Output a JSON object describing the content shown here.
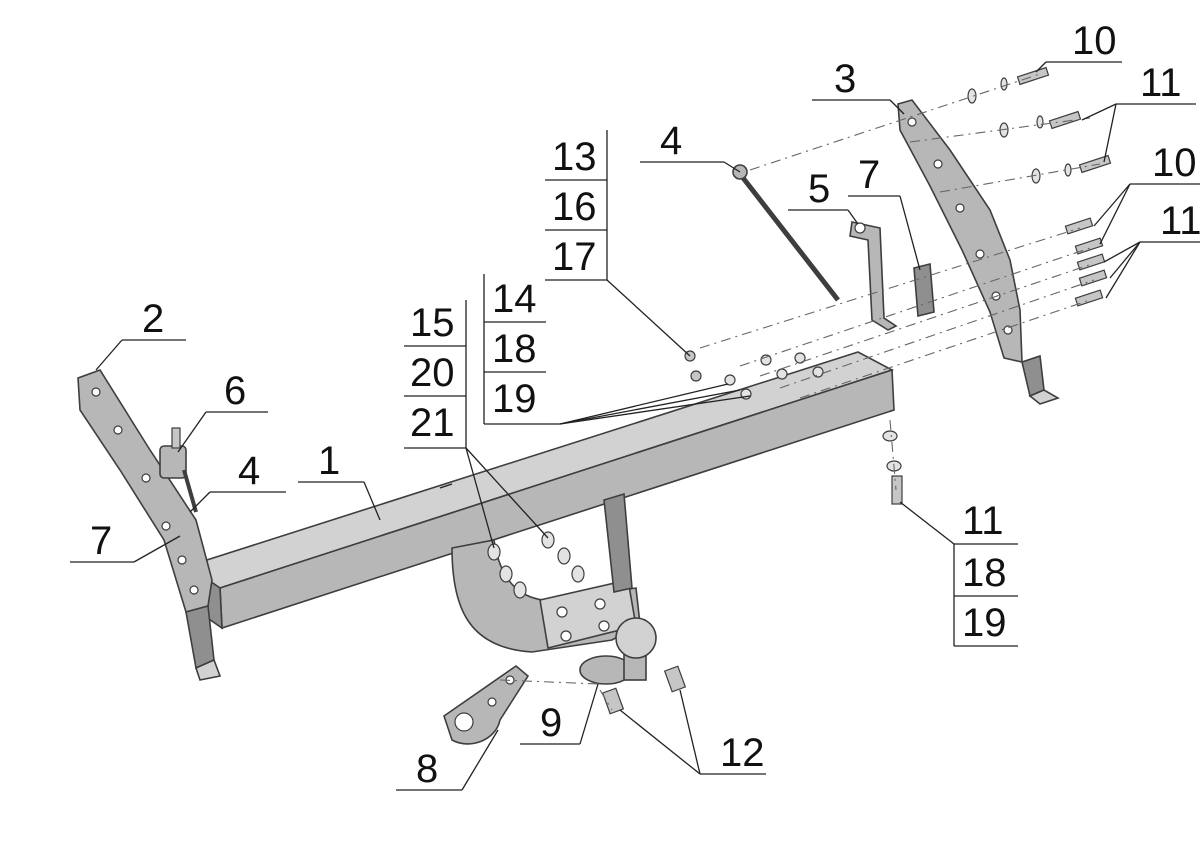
{
  "labels": {
    "p1": "1",
    "p2": "2",
    "p3": "3",
    "p4_upper": "4",
    "p4_left": "4",
    "p5": "5",
    "p6": "6",
    "p7_left": "7",
    "p7_right": "7",
    "p8": "8",
    "p9": "9",
    "p10_top": "10",
    "p10_mid": "10",
    "p11_top": "11",
    "p11_mid": "11",
    "p12": "12",
    "stack_a": [
      "13",
      "16",
      "17"
    ],
    "stack_b": [
      "14",
      "18",
      "19"
    ],
    "stack_c": [
      "15",
      "20",
      "21"
    ],
    "stack_d": [
      "11",
      "18",
      "19"
    ]
  }
}
